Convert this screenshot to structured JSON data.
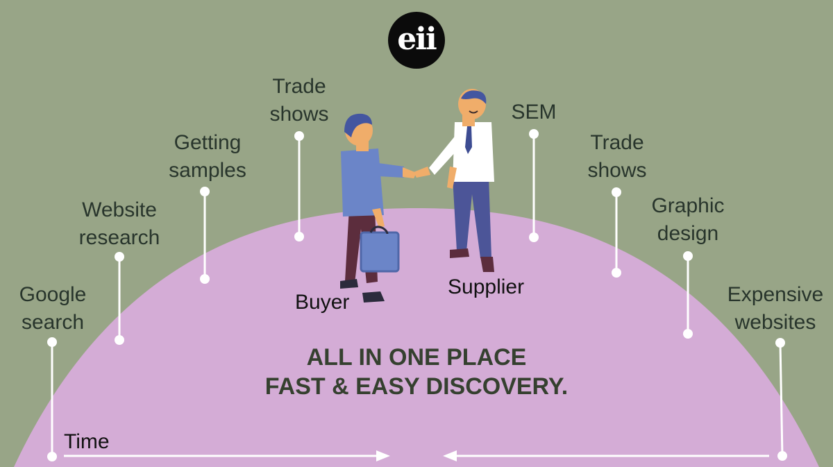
{
  "logo_text": "eii",
  "left_steps": [
    {
      "line1": "Google",
      "line2": "search"
    },
    {
      "line1": "Website",
      "line2": "research"
    },
    {
      "line1": "Getting",
      "line2": "samples"
    },
    {
      "line1": "Trade",
      "line2": "shows"
    }
  ],
  "right_steps": [
    {
      "line1": "SEM",
      "line2": ""
    },
    {
      "line1": "Trade",
      "line2": "shows"
    },
    {
      "line1": "Graphic",
      "line2": "design"
    },
    {
      "line1": "Expensive",
      "line2": "websites"
    }
  ],
  "buyer_label": "Buyer",
  "supplier_label": "Supplier",
  "headline": {
    "line1": "ALL IN ONE PLACE",
    "line2": "FAST & EASY DISCOVERY."
  },
  "time_label": "Time",
  "colors": {
    "background": "#98a587",
    "dome": "#d4acd6",
    "text": "#28352c",
    "line": "#ffffff"
  }
}
